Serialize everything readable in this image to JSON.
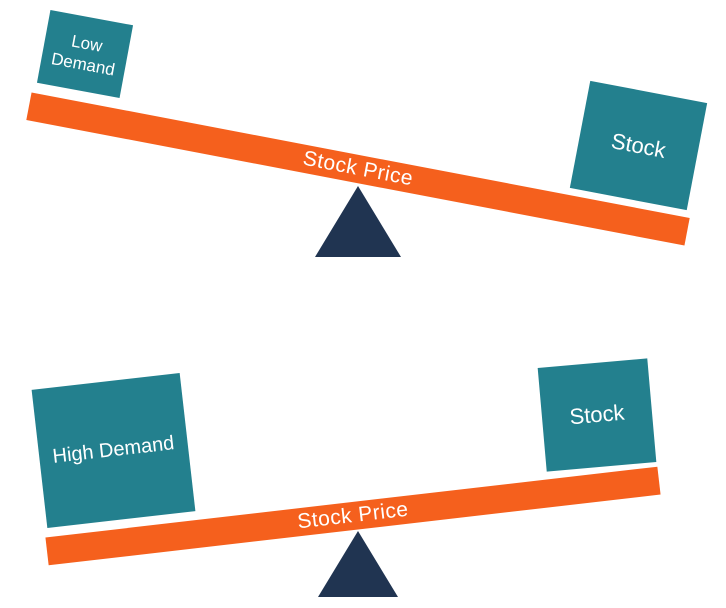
{
  "colors": {
    "weight_box": "#23808E",
    "beam": "#F5601D",
    "fulcrum": "#203451",
    "label_text": "#FFFFFF",
    "background": "#FFFFFF"
  },
  "scenes": [
    {
      "name": "low-demand",
      "left_weight": "Low\nDemand",
      "right_weight": "Stock",
      "beam_label": "Stock Price",
      "tilt": "stock-side-down"
    },
    {
      "name": "high-demand",
      "left_weight": "High Demand",
      "right_weight": "Stock",
      "beam_label": "Stock Price",
      "tilt": "stock-side-up"
    }
  ]
}
